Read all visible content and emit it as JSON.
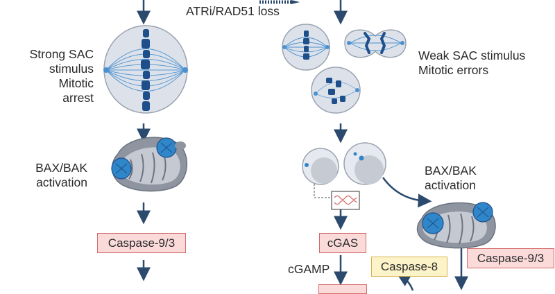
{
  "labels": {
    "top_loss": "ATRi/RAD51 loss",
    "strong_sac": [
      "Strong SAC",
      "stimulus",
      "Mitotic arrest"
    ],
    "weak_sac": [
      "Weak SAC stimulus",
      "Mitotic errors"
    ],
    "bax_left": [
      "BAX/BAK",
      "activation"
    ],
    "bax_right": [
      "BAX/BAK",
      "activation"
    ],
    "cgamp": "cGAMP"
  },
  "boxes": {
    "caspase93_left": "Caspase-9/3",
    "cgas": "cGAS",
    "caspase8": "Caspase-8",
    "caspase93_right": "Caspase-9/3"
  },
  "colors": {
    "arrow": "#2c4a6e",
    "cell_fill": "#dde2ea",
    "cell_stroke": "#9aa3b0",
    "spindle": "#4a90d0",
    "chromosome": "#1f4f8a",
    "mito_outer": "#8e95a0",
    "mito_inner": "#6b7380",
    "bax": "#2f86c8",
    "box_red_fill": "#fbdada",
    "box_red_stroke": "#d36a6a",
    "box_yellow_fill": "#fdf3c8",
    "box_yellow_stroke": "#d7b24d"
  }
}
